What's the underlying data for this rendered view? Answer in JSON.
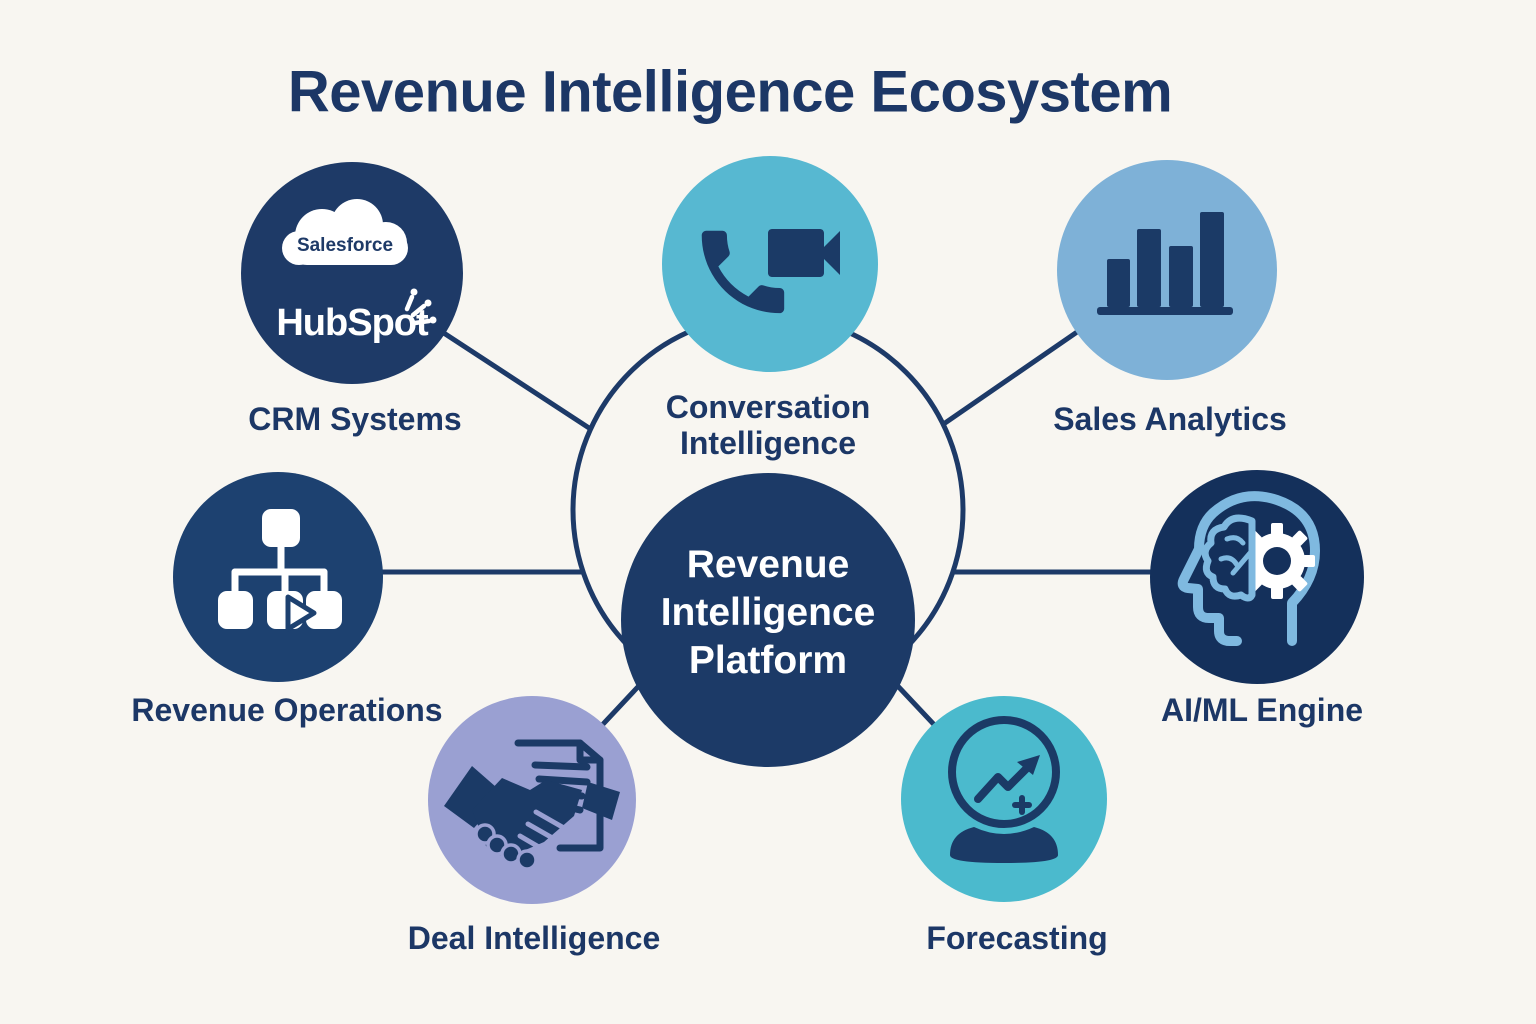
{
  "title": "Revenue Intelligence Ecosystem",
  "background_color": "#f8f6f1",
  "line_color": "#1d3a68",
  "text_color": "#1c3766",
  "center": {
    "label": "Revenue\nIntelligence\nPlatform",
    "color": "#1c3a67",
    "text_color": "#ffffff"
  },
  "nodes": [
    {
      "id": "crm-systems",
      "label": "CRM Systems",
      "color": "#1e3a67",
      "icon": "salesforce-hubspot-logos",
      "logos": {
        "salesforce": "Salesforce",
        "hubspot": "HubSpot"
      }
    },
    {
      "id": "conversation-intelligence",
      "label": "Conversation\nIntelligence",
      "color": "#57b8d1",
      "icon": "phone-video-call-icon"
    },
    {
      "id": "sales-analytics",
      "label": "Sales Analytics",
      "color": "#7eb1d7",
      "icon": "bar-chart-icon"
    },
    {
      "id": "revenue-operations",
      "label": "Revenue Operations",
      "color": "#1d4170",
      "icon": "org-chart-icon"
    },
    {
      "id": "ai-ml-engine",
      "label": "AI/ML Engine",
      "color": "#14305b",
      "icon": "head-brain-gear-icon"
    },
    {
      "id": "deal-intelligence",
      "label": "Deal Intelligence",
      "color": "#9aa0d2",
      "icon": "handshake-document-icon"
    },
    {
      "id": "forecasting",
      "label": "Forecasting",
      "color": "#4bbacd",
      "icon": "crystal-ball-trend-icon"
    }
  ]
}
